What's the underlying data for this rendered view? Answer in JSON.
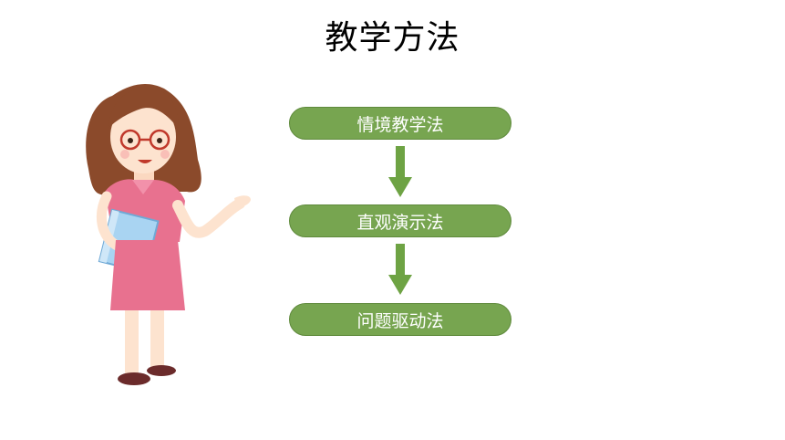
{
  "slide": {
    "title": "教学方法",
    "steps": [
      {
        "label": "情境教学法"
      },
      {
        "label": "直观演示法"
      },
      {
        "label": "问题驱动法"
      }
    ]
  },
  "colors": {
    "step_fill": "#77a550",
    "arrow_fill": "#6ea344",
    "dress": "#e8718f",
    "hair": "#8b4a2b"
  },
  "icons": [
    "teacher-illustration",
    "down-arrow-icon"
  ]
}
